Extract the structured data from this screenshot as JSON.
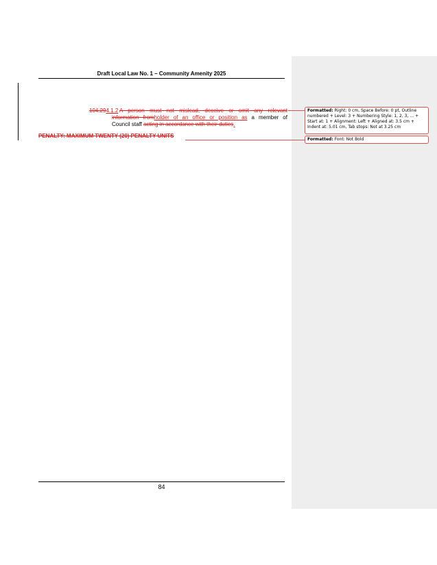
{
  "header": {
    "title": "Draft Local Law No. 1 – Community Amenity 2025"
  },
  "clause": {
    "number_deleted": "104.29",
    "number_inserted": "4.1.2",
    "line1_deleted": "A person must not mislead, deceive or omit any relevant",
    "line2_deleted": "information from",
    "line2_inserted": "holder of an office or position as",
    "line2_plain": " a member of",
    "line3_plain": "Council staff ",
    "line3_deleted": "acting in accordance with their duties",
    "line3_end": "."
  },
  "penalty": {
    "text": "PENALTY: MAXIMUM TWENTY (20) PENALTY UNITS"
  },
  "comments": [
    {
      "label": "Formatted:",
      "text": " Right:  0 cm, Space Before:  0 pt, Outline numbered + Level: 3 + Numbering Style: 1, 2, 3, … + Start at: 1 + Alignment: Left + Aligned at:  3.5 cm + Indent at:  5.01 cm, Tab stops: Not at  3.25 cm"
    },
    {
      "label": "Formatted:",
      "text": " Font: Not Bold"
    }
  ],
  "footer": {
    "page_number": "84"
  },
  "colors": {
    "revision": "#d92020",
    "markup_pane": "#eeeeee"
  }
}
